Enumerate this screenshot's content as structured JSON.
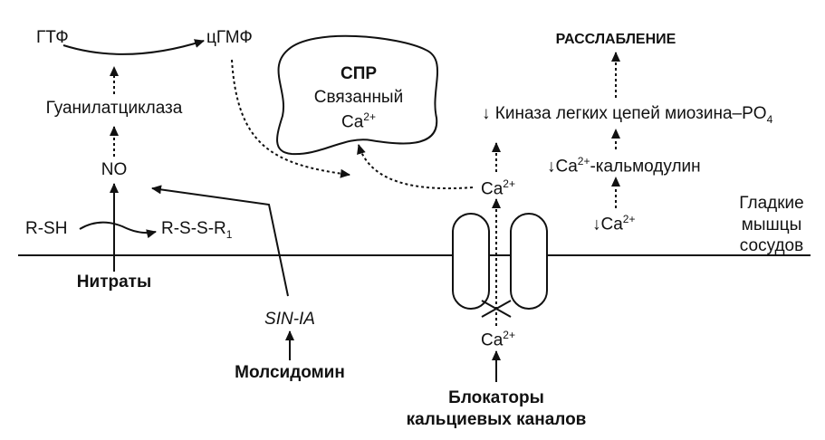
{
  "labels": {
    "gtp": "ГТФ",
    "cgmp": "цГМФ",
    "guanylate_cyclase": "Гуанилатциклаза",
    "no": "NO",
    "rsh": "R-SH",
    "rssr_base": "R-S-S-R",
    "rssr_sub": "1",
    "nitrates": "Нитраты",
    "sinia": "SIN-IA",
    "molsidomine": "Молсидомин",
    "spr_title": "СПР",
    "spr_bound": "Связанный",
    "ca_base": "Ca",
    "ca_sup": "2+",
    "relaxation": "РАССЛАБЛЕНИЕ",
    "kinase_main": "↓ Киназа легких цепей миозина–PO",
    "kinase_sub": "4",
    "calmodulin_arrow": "↓",
    "calmodulin_suffix": "-кальмодулин",
    "ca_down_arrow": "↓",
    "smooth_1": "Гладкие",
    "smooth_2": "мышцы",
    "smooth_3": "сосудов",
    "blockers_1": "Блокаторы",
    "blockers_2": "кальциевых каналов"
  }
}
